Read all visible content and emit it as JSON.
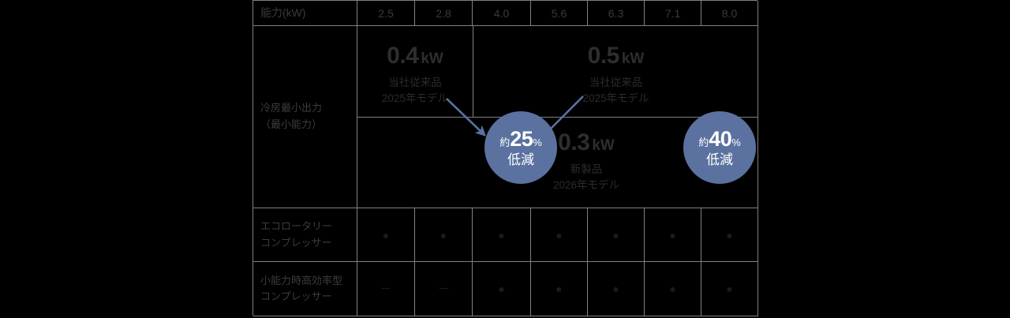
{
  "chart_data": {
    "type": "table",
    "title": "",
    "columns_header_label": "能力(kW)",
    "categories": [
      "2.5",
      "2.8",
      "4.0",
      "5.6",
      "6.3",
      "7.1",
      "8.0"
    ],
    "rows": [
      {
        "label_line1": "冷房最小出力",
        "label_line2": "（最小能力）",
        "kind": "comparison",
        "comparisons": [
          {
            "group": "2.5-2.8",
            "baseline_value": "0.4",
            "baseline_unit": "kW",
            "baseline_caption_line1": "当社従来品",
            "baseline_caption_line2": "2025年モデル",
            "reduction_prefix": "約",
            "reduction_number": "25",
            "reduction_percent": "%",
            "reduction_label": "低減"
          },
          {
            "group": "4.0-8.0",
            "baseline_value": "0.5",
            "baseline_unit": "kW",
            "baseline_caption_line1": "当社従来品",
            "baseline_caption_line2": "2025年モデル",
            "reduction_prefix": "約",
            "reduction_number": "40",
            "reduction_percent": "%",
            "reduction_label": "低減"
          }
        ],
        "new_product": {
          "value": "0.3",
          "unit": "kW",
          "caption_line1": "新製品",
          "caption_line2": "2026年モデル"
        }
      },
      {
        "label_line1": "エコロータリー",
        "label_line2": "コンプレッサー",
        "kind": "marks",
        "values": [
          "●",
          "●",
          "●",
          "●",
          "●",
          "●",
          "●"
        ]
      },
      {
        "label_line1": "小能力時高効率型",
        "label_line2": "コンプレッサー",
        "kind": "marks",
        "values": [
          "－",
          "－",
          "●",
          "●",
          "●",
          "●",
          "●"
        ]
      }
    ],
    "colors": {
      "badge_fill": "#5b719f",
      "arrow": "#5b719f",
      "border": "#808080",
      "background": "#000000",
      "text": "#2e2e2e"
    },
    "legend": [],
    "grid": true
  }
}
